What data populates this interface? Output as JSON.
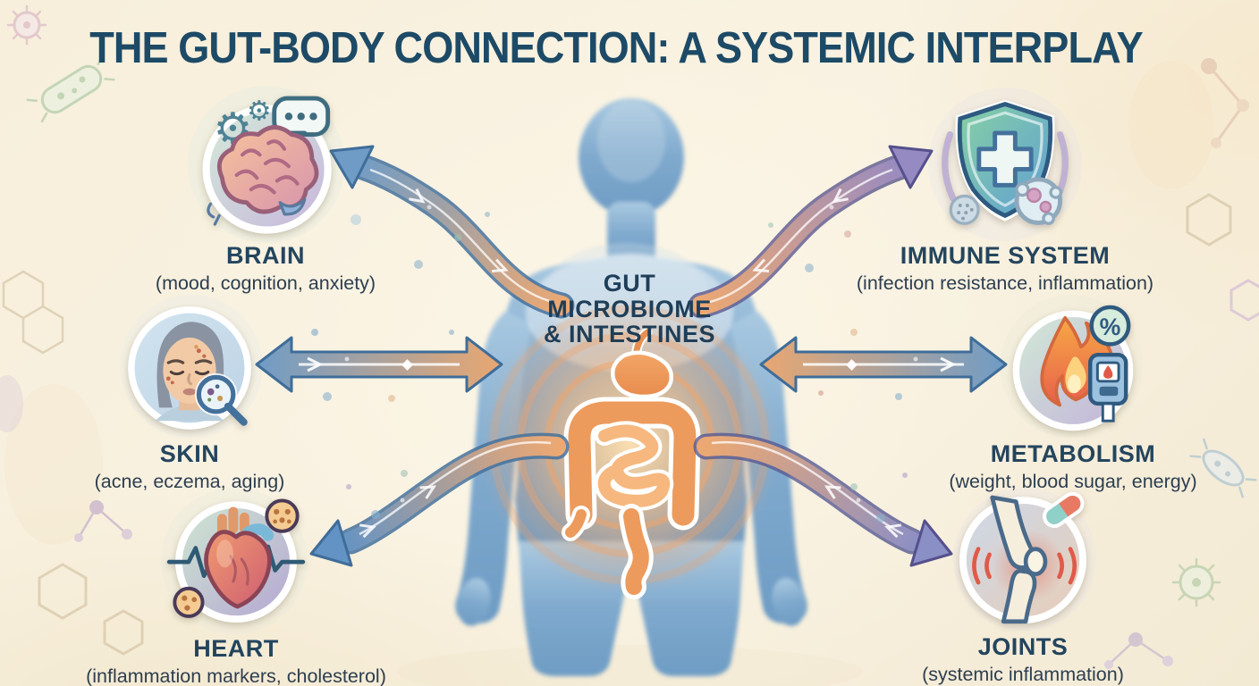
{
  "title": "THE GUT-BODY CONNECTION: A SYSTEMIC INTERPLAY",
  "center": {
    "icon": "human-body-silhouette",
    "organ_icon": "gut-intestines-illustration",
    "label_lines": [
      "GUT",
      "MICROBIOME",
      "& INTESTINES"
    ]
  },
  "systems": [
    {
      "id": "brain",
      "name": "BRAIN",
      "detail": "(mood, cognition, anxiety)",
      "icon": "brain-icon",
      "side": "top-left"
    },
    {
      "id": "skin",
      "name": "SKIN",
      "detail": "(acne, eczema, aging)",
      "icon": "skin-face-icon",
      "side": "middle-left"
    },
    {
      "id": "heart",
      "name": "HEART",
      "detail": "(inflammation markers, cholesterol)",
      "icon": "heart-ekg-icon",
      "side": "bottom-left"
    },
    {
      "id": "immune",
      "name": "IMMUNE SYSTEM",
      "detail": "(infection resistance, inflammation)",
      "icon": "immune-shield-icon",
      "side": "top-right"
    },
    {
      "id": "metabolism",
      "name": "METABOLISM",
      "detail": "(weight, blood sugar, energy)",
      "icon": "metabolism-flame-icon",
      "side": "middle-right"
    },
    {
      "id": "joints",
      "name": "JOINTS",
      "detail": "(systemic inflammation)",
      "icon": "knee-joint-icon",
      "side": "bottom-right"
    }
  ],
  "icons": {
    "metabolism_badge": "%"
  },
  "arrows": [
    {
      "id": "gut-brain",
      "type": "curved",
      "direction": "to-brain"
    },
    {
      "id": "gut-skin",
      "type": "double-headed",
      "direction": "bidirectional"
    },
    {
      "id": "gut-heart",
      "type": "curved",
      "direction": "to-heart"
    },
    {
      "id": "gut-immune",
      "type": "curved",
      "direction": "to-immune"
    },
    {
      "id": "gut-metabolism",
      "type": "double-headed",
      "direction": "bidirectional"
    },
    {
      "id": "gut-joints",
      "type": "curved",
      "direction": "to-joints"
    }
  ],
  "colors": {
    "background_cream": "#f8f1de",
    "title_navy": "#1d4a66",
    "label_navy": "#24455e",
    "body_blue": "#7fa9cd",
    "gut_orange": "#ec9b5c",
    "arrow_blue": "#6f9cc6",
    "arrow_orange": "#e9a771",
    "arrow_purple": "#968ac2"
  }
}
